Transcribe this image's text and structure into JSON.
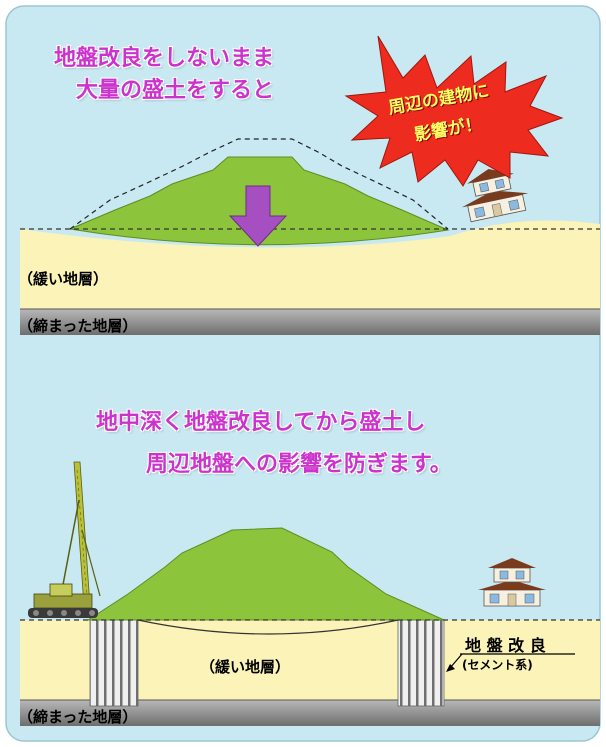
{
  "panel_top": {
    "headline_line1": "地盤改良をしないまま",
    "headline_line2": "大量の盛土をすると",
    "burst_line1": "周辺の建物に",
    "burst_line2": "影響が！",
    "soft_layer_label": "（緩い地層）",
    "firm_layer_label": "（締まった地層）"
  },
  "panel_bottom": {
    "headline_line1": "地中深く地盤改良してから盛土し",
    "headline_line2": "周辺地盤への影響を防ぎます。",
    "soft_layer_label": "（緩い地層）",
    "firm_layer_label": "（締まった地層）",
    "improvement_label": "地 盤 改 良",
    "improvement_sub": "(セメント系)"
  },
  "colors": {
    "background": "#c8e8f2",
    "soft_soil": "#fbf3b8",
    "embankment": "#8cc43c",
    "firm_layer": "#8c8c8c",
    "arrow": "#a64fc0",
    "headline": "#cc33cc",
    "burst": "#ee2b1f"
  }
}
